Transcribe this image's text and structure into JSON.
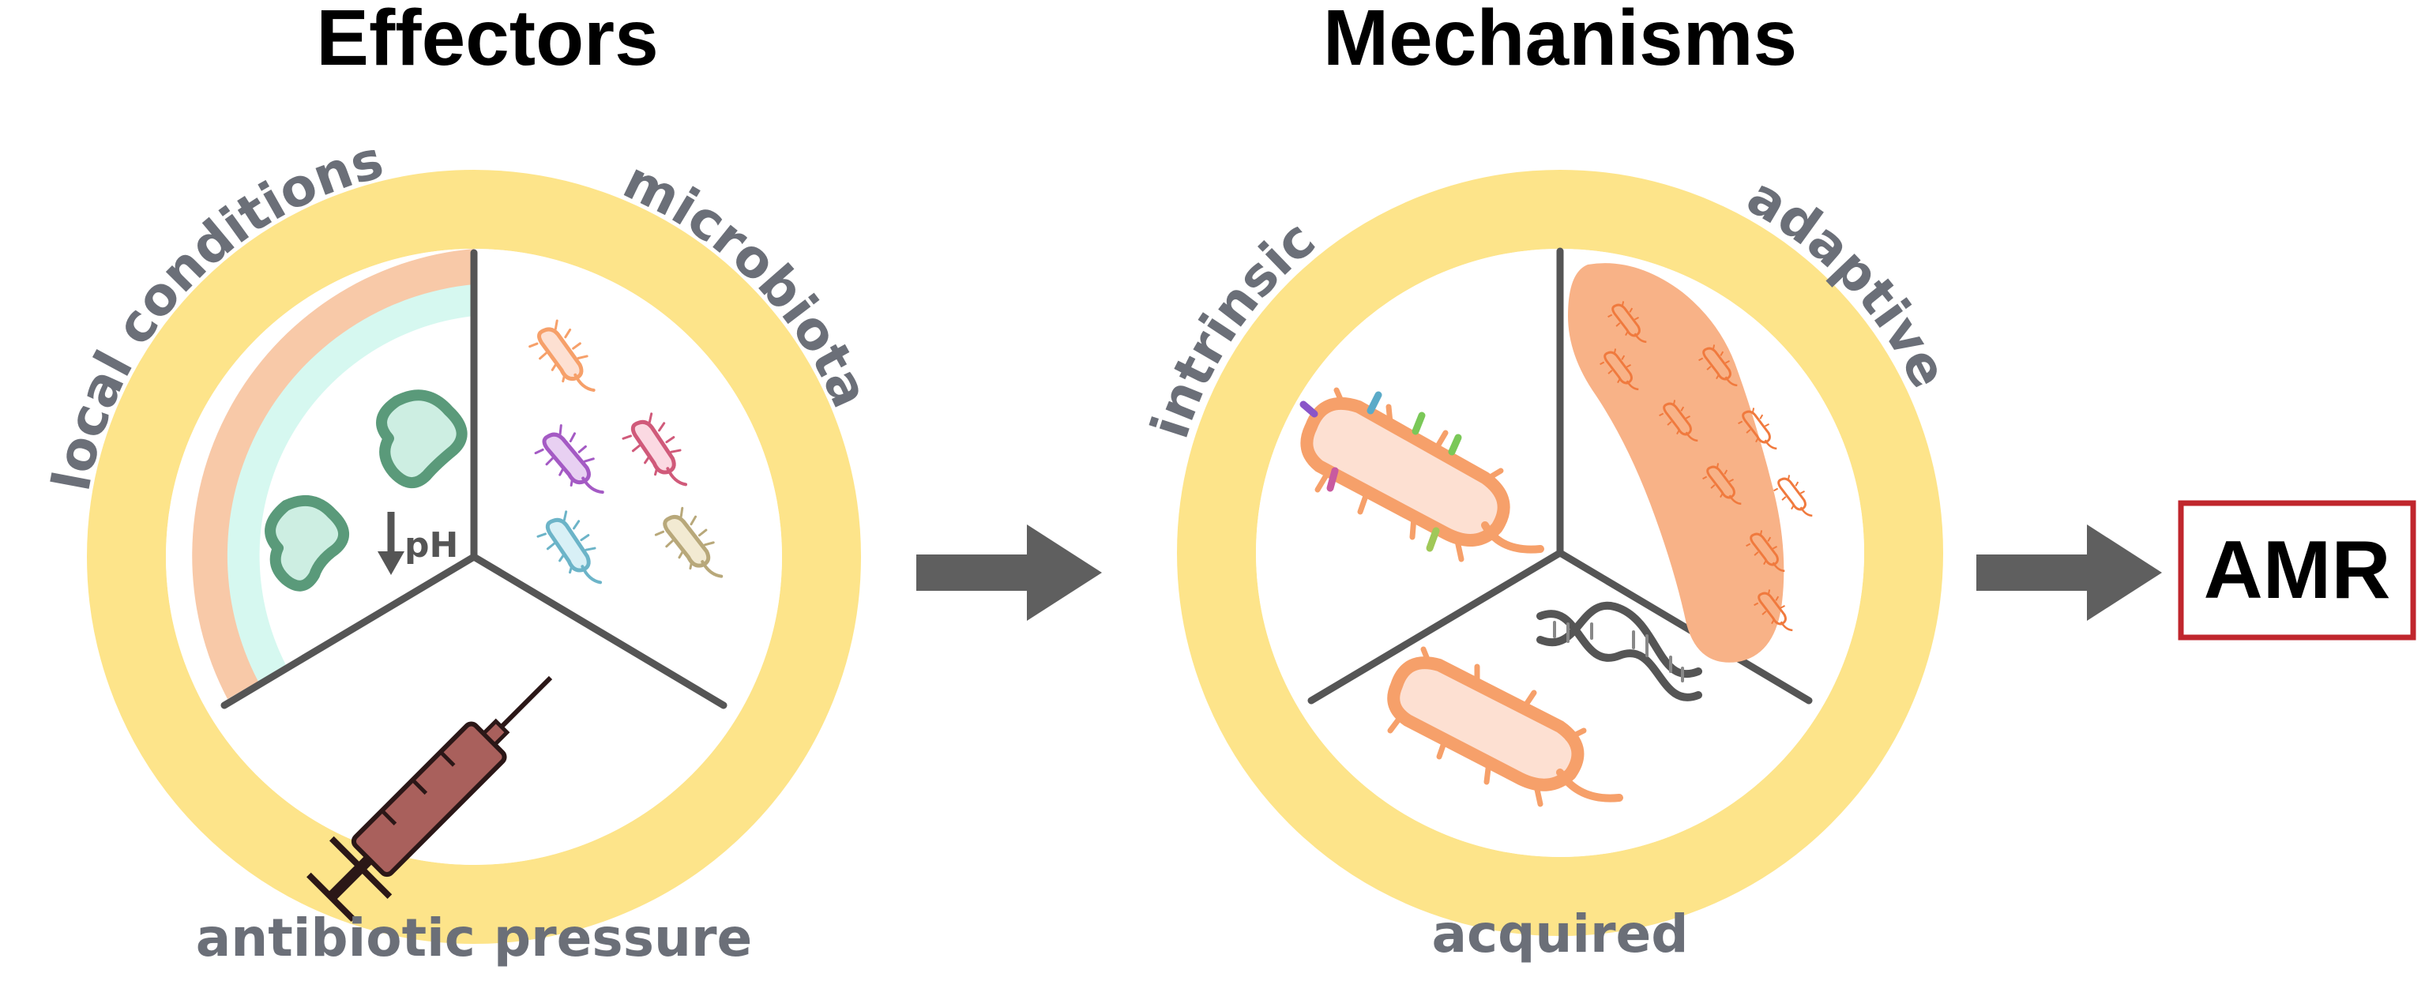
{
  "headings": {
    "effectors": "Effectors",
    "mechanisms": "Mechanisms"
  },
  "effectors": {
    "local_conditions": "local conditions",
    "microbiota": "microbiota",
    "antibiotic_pressure": "antibiotic pressure",
    "ph": "pH"
  },
  "mechanisms": {
    "intrinsic": "intrinsic",
    "adaptive": "adaptive",
    "acquired": "acquired"
  },
  "outcome": {
    "label": "AMR"
  },
  "colors": {
    "ring": "#fde48a",
    "divider": "#555555",
    "label_gray": "#6b6f78",
    "bacteria_orange": "#f6a06a",
    "bacteria_fill": "#fde0d2",
    "biofilm": "#f8b287",
    "tissue_peach": "#f8c9a8",
    "tissue_mint": "#d6f8f0",
    "cell_green": "#5a9a7a",
    "syringe": "#a9605c",
    "arrow": "#5f5f5f",
    "amr_border": "#c0262d"
  }
}
